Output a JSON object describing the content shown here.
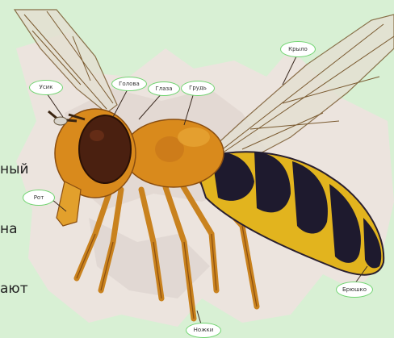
{
  "left_text": {
    "line1": "ный",
    "line2": "на",
    "line3": "ают"
  },
  "labels": {
    "antenna": "Усик",
    "head": "Голова",
    "eyes": "Глаза",
    "thorax": "Грудь",
    "wing": "Крыло",
    "mouth": "Рот",
    "abdomen": "Брюшко",
    "legs": "Ножки"
  },
  "colors": {
    "background": "#d8f0d4",
    "label_border": "#6fd46f",
    "body_orange": "#d98a1c",
    "stripe_dark": "#1e1a2e",
    "stripe_yellow": "#e8c21a",
    "eye": "#4a2010"
  }
}
